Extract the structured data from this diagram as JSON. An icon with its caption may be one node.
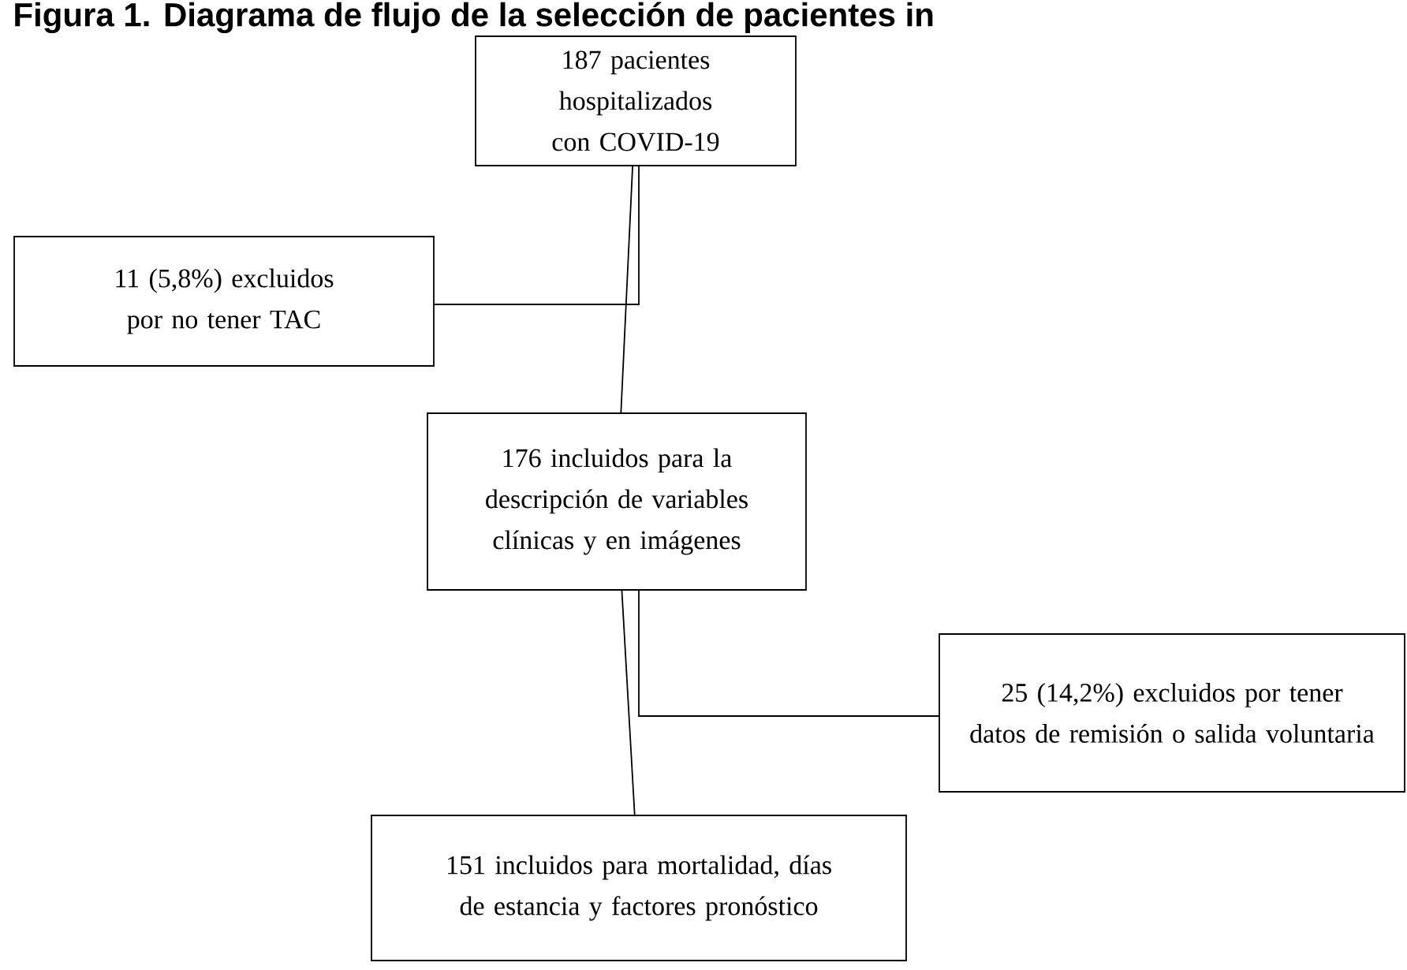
{
  "diagram": {
    "title": "Figura 1. Diagrama de flujo de la selección de pacientes in",
    "nodes": [
      {
        "text": [
          "187 pacientes hospitalizados con COVID-19"
        ]
      },
      {
        "text": [
          "11 (5,8%) excluidos por no tener TAC"
        ]
      },
      {
        "text": [
          "176 incluidos para la descripción de variables clínicas y en imágenes"
        ]
      },
      {
        "text": [
          "25 (14,2%) excluidos por tener datos de remisión o salida voluntaria"
        ]
      },
      {
        "text": [
          "151 incluidos para mortalidad, días de estancia y factores pronóstico"
        ]
      }
    ],
    "edges": [
      {
        "from": 0,
        "to": 1,
        "arrow": "none"
      },
      {
        "from": 0,
        "to": 2,
        "arrow": "none"
      },
      {
        "from": 2,
        "to": 3,
        "arrow": "none"
      },
      {
        "from": 2,
        "to": 4,
        "arrow": "none"
      }
    ]
  }
}
